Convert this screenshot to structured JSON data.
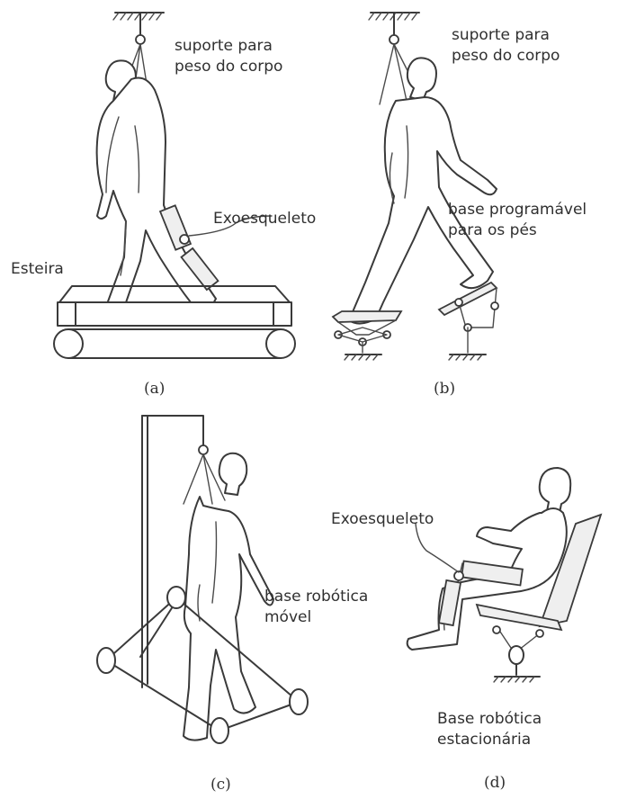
{
  "panels": {
    "a": {
      "caption": "(a)",
      "labels": {
        "support": "suporte para\npeso do corpo",
        "exoskeleton": "Exoesqueleto",
        "treadmill": "Esteira"
      }
    },
    "b": {
      "caption": "(b)",
      "labels": {
        "support": "suporte para\npeso do corpo",
        "footplates": "base programável\npara os pés"
      }
    },
    "c": {
      "caption": "(c)",
      "labels": {
        "mobile_base": "base robótica\nmóvel"
      }
    },
    "d": {
      "caption": "(d)",
      "labels": {
        "exoskeleton": "Exoesqueleto",
        "stationary_base": "Base robótica\nestacionária"
      }
    }
  }
}
